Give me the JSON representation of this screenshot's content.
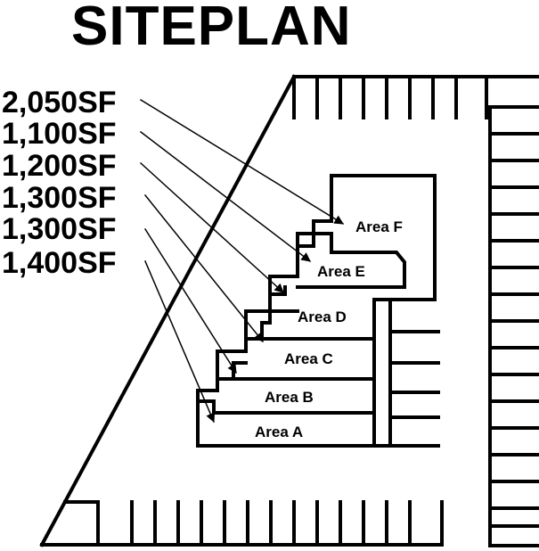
{
  "title": "SITEPLAN",
  "sizes": [
    "2,050SF",
    "1,100SF",
    "1,200SF",
    "1,300SF",
    "1,300SF",
    "1,400SF"
  ],
  "areas": [
    "Area F",
    "Area E",
    "Area D",
    "Area C",
    "Area B",
    "Area A"
  ]
}
